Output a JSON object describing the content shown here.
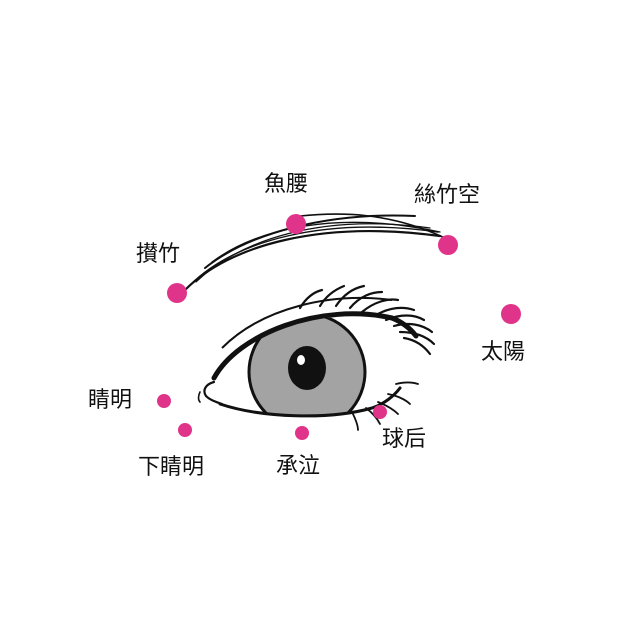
{
  "acupoints": [
    {
      "id": "sanchiku",
      "label": "攅竹"
    },
    {
      "id": "gyoyo",
      "label": "魚腰"
    },
    {
      "id": "shichikuku",
      "label": "絲竹空"
    },
    {
      "id": "taiyo",
      "label": "太陽"
    },
    {
      "id": "seimei",
      "label": "睛明"
    },
    {
      "id": "kaseimei",
      "label": "下睛明"
    },
    {
      "id": "shokyu",
      "label": "承泣"
    },
    {
      "id": "kyugo",
      "label": "球后"
    }
  ],
  "colors": {
    "point": "#e0348a",
    "line": "#111111",
    "iris": "#a3a3a3",
    "pupil": "#111111",
    "background": "#ffffff"
  }
}
